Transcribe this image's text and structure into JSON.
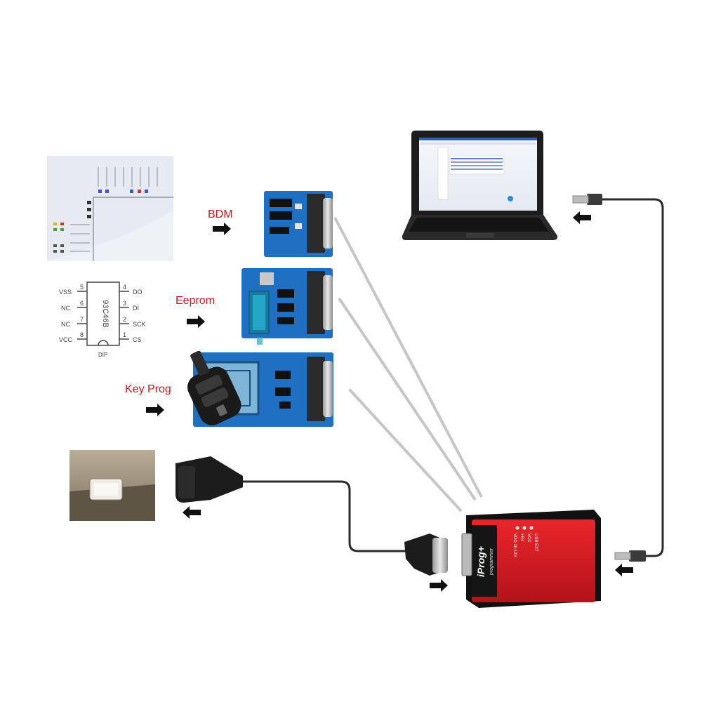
{
  "labels": {
    "bdm": "BDM",
    "eeprom": "Eeprom",
    "key_prog": "Key Prog"
  },
  "eeprom_chip": {
    "part_number": "93C46B",
    "package": "DIP",
    "pins_left": [
      {
        "num": "5",
        "name": "VSS"
      },
      {
        "num": "6",
        "name": "NC"
      },
      {
        "num": "7",
        "name": "NC"
      },
      {
        "num": "8",
        "name": "VCC"
      }
    ],
    "pins_right": [
      {
        "num": "4",
        "name": "DO"
      },
      {
        "num": "3",
        "name": "DI"
      },
      {
        "num": "2",
        "name": "SCK"
      },
      {
        "num": "1",
        "name": "CS"
      }
    ]
  },
  "programmer": {
    "brand": "iProg+",
    "subtitle": "programmer",
    "led_labels": [
      "VDD 10-12V",
      "+5V",
      "VCC",
      "USB EXT"
    ]
  },
  "colors": {
    "label_red": "#d2161d",
    "board_blue": "#1f6fc2",
    "programmer_red": "#d7181f",
    "programmer_black": "#1b1b1b",
    "wire_gray": "#c4c4c4",
    "cable_black": "#222222"
  }
}
